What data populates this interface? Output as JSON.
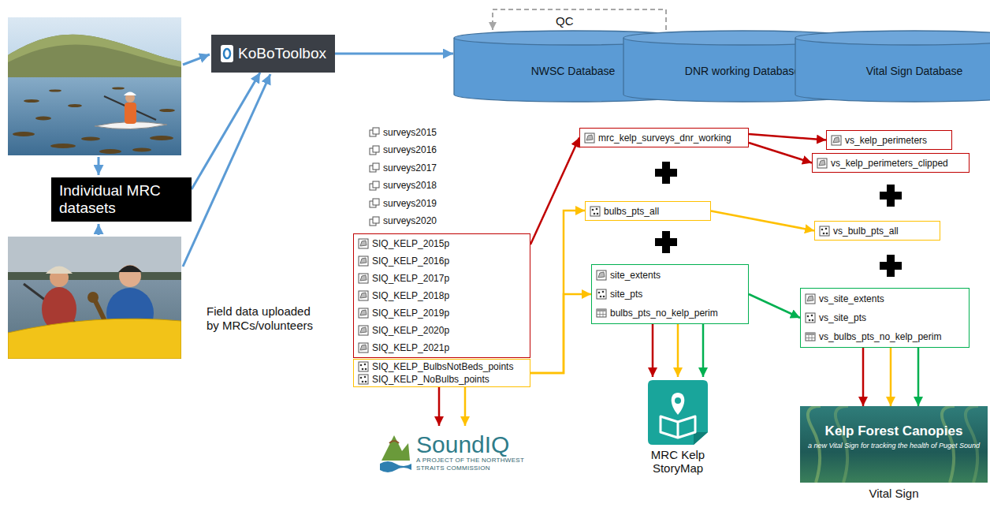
{
  "diagram": {
    "nodes": [
      {
        "text": [
          "Individual MRC datasets"
        ]
      },
      {
        "text": [
          "KoBoToolbox"
        ]
      },
      {
        "text": [
          "NWSC Database"
        ]
      },
      {
        "text": [
          "DNR working Database"
        ]
      },
      {
        "text": [
          "Vital Sign Database"
        ]
      },
      {
        "text": [
          "SIQ_KELP_2015p",
          "SIQ_KELP_2016p",
          "SIQ_KELP_2017p",
          "SIQ_KELP_2018p",
          "SIQ_KELP_2019p",
          "SIQ_KELP_2020p",
          "SIQ_KELP_2021p"
        ]
      },
      {
        "text": [
          "SIQ_KELP_BulbsNotBeds_points",
          "SIQ_KELP_NoBulbs_points"
        ]
      },
      {
        "text": [
          "mrc_kelp_surveys_dnr_working"
        ]
      },
      {
        "text": [
          "bulbs_pts_all"
        ]
      },
      {
        "text": [
          "site_extents",
          "site_pts",
          "bulbs_pts_no_kelp_perim"
        ]
      },
      {
        "text": [
          "vs_kelp_perimeters"
        ]
      },
      {
        "text": [
          "vs_kelp_perimeters_clipped"
        ]
      },
      {
        "text": [
          "vs_bulb_pts_all"
        ]
      },
      {
        "text": [
          "vs_site_extents",
          "vs_site_pts",
          "vs_bulbs_pts_no_kelp_perim"
        ]
      },
      {
        "text": [
          "SoundIQ",
          "A PROJECT OF THE NORTHWEST STRAITS COMMISSION"
        ]
      },
      {
        "text": [
          "MRC Kelp StoryMap"
        ]
      },
      {
        "text": [
          "Kelp Forest Canopies",
          "a new Vital Sign for tracking the health of Puget Sound",
          "Vital Sign"
        ]
      }
    ],
    "edges": [
      {
        "from": 0,
        "to": 1,
        "arrow": "to"
      },
      {
        "from": 1,
        "to": 2,
        "arrow": "to"
      },
      {
        "from": 2,
        "to": 3,
        "arrow": "to"
      },
      {
        "from": 3,
        "to": 4,
        "arrow": "to"
      },
      {
        "from": 3,
        "to": 2,
        "label": "QC",
        "arrow": "to"
      },
      {
        "from": 5,
        "to": 7,
        "arrow": "to"
      },
      {
        "from": 6,
        "to": 8,
        "arrow": "to"
      },
      {
        "from": 6,
        "to": 9,
        "arrow": "to"
      },
      {
        "from": 7,
        "to": 10,
        "arrow": "to"
      },
      {
        "from": 7,
        "to": 11,
        "arrow": "to"
      },
      {
        "from": 8,
        "to": 12,
        "arrow": "to"
      },
      {
        "from": 9,
        "to": 13,
        "arrow": "to"
      },
      {
        "from": 6,
        "to": 14,
        "arrow": "to"
      },
      {
        "from": 6,
        "to": 14,
        "arrow": "to"
      },
      {
        "from": 9,
        "to": 15,
        "arrow": "to"
      },
      {
        "from": 9,
        "to": 15,
        "arrow": "to"
      },
      {
        "from": 9,
        "to": 15,
        "arrow": "to"
      },
      {
        "from": 13,
        "to": 16,
        "arrow": "to"
      },
      {
        "from": 13,
        "to": 16,
        "arrow": "to"
      },
      {
        "from": 13,
        "to": 16,
        "arrow": "to"
      }
    ],
    "labels": [
      "surveys2015",
      "surveys2016",
      "surveys2017",
      "surveys2018",
      "surveys2019",
      "surveys2020",
      "Field data uploaded by MRCs/volunteers"
    ]
  }
}
